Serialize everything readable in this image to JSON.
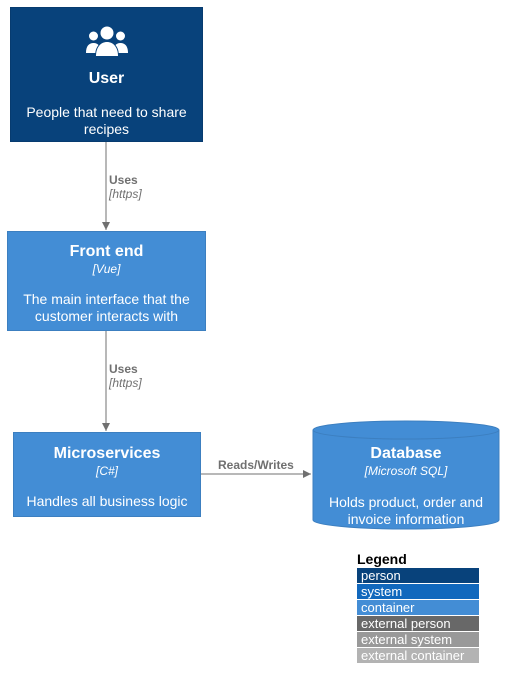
{
  "user": {
    "title": "User",
    "description": "People that need to share recipes",
    "icon": "users-icon",
    "color": "#08427b"
  },
  "frontend": {
    "title": "Front end",
    "technology": "[Vue]",
    "description": "The main interface that the customer interacts with",
    "color": "#438dd5"
  },
  "microservices": {
    "title": "Microservices",
    "technology": "[C#]",
    "description": "Handles all business logic",
    "color": "#438dd5"
  },
  "database": {
    "title": "Database",
    "technology": "[Microsoft SQL]",
    "description": "Holds product, order and invoice information",
    "color": "#438dd5"
  },
  "edges": [
    {
      "label": "Uses",
      "technology": "[https]"
    },
    {
      "label": "Uses",
      "technology": "[https]"
    },
    {
      "label": "Reads/Writes"
    }
  ],
  "legend": {
    "title": "Legend",
    "items": [
      {
        "label": "person",
        "color": "#08427b"
      },
      {
        "label": "system",
        "color": "#1168bd"
      },
      {
        "label": "container",
        "color": "#438dd5"
      },
      {
        "label": "external person",
        "color": "#686868"
      },
      {
        "label": "external system",
        "color": "#999999"
      },
      {
        "label": "external container",
        "color": "#b3b3b3"
      }
    ]
  },
  "edge_color": "#707070"
}
